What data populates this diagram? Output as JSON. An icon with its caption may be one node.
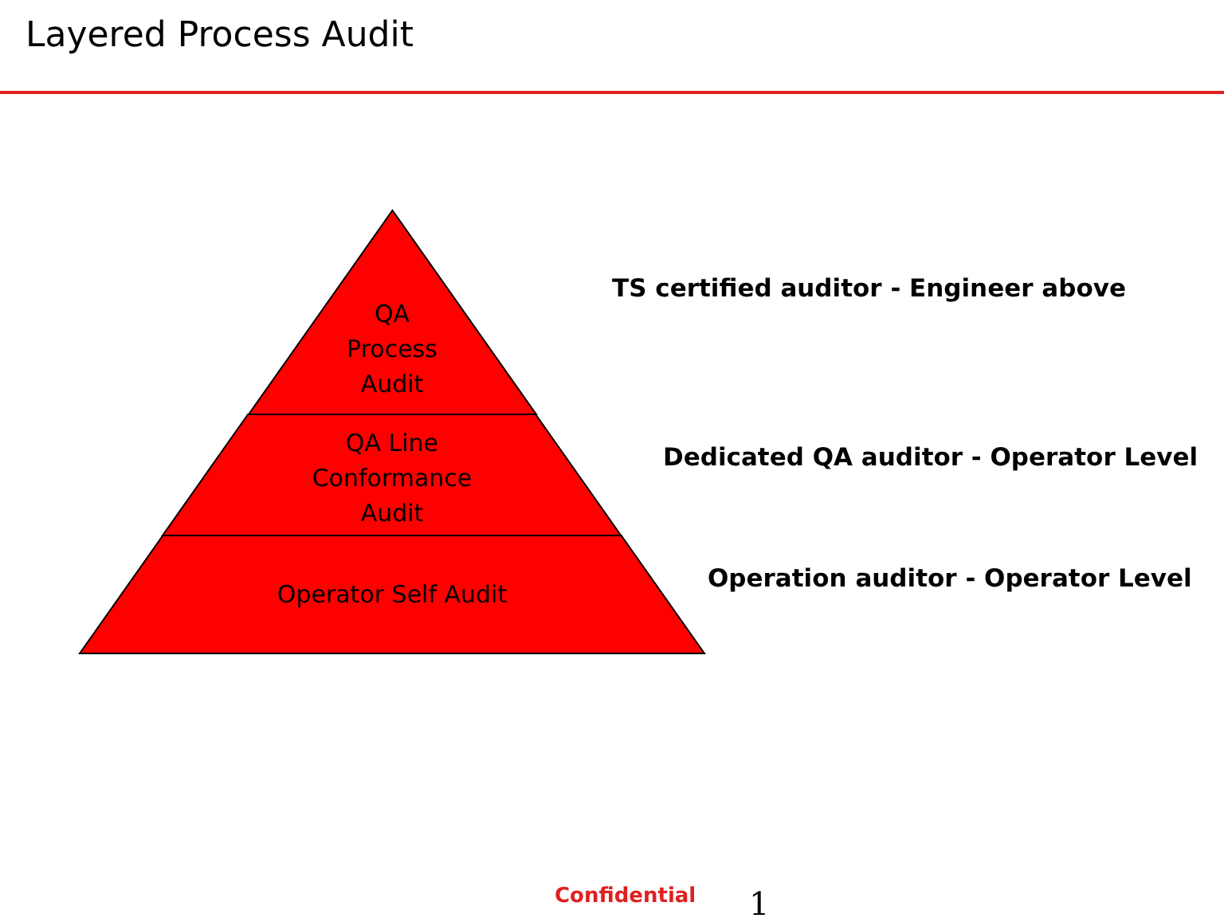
{
  "diagram": {
    "title": "Layered Process Audit",
    "nodes": [
      {
        "text": [
          "QA Process Audit"
        ],
        "beside": [
          "TS certified auditor - Engineer above"
        ]
      },
      {
        "text": [
          "QA Line Conformance Audit"
        ],
        "beside": [
          "Dedicated QA auditor - Operator Level"
        ]
      },
      {
        "text": [
          "Operator Self Audit"
        ],
        "beside": [
          "Operation auditor - Operator Level"
        ]
      }
    ],
    "edges": [],
    "labels": [
      "Confidential",
      "1"
    ]
  }
}
